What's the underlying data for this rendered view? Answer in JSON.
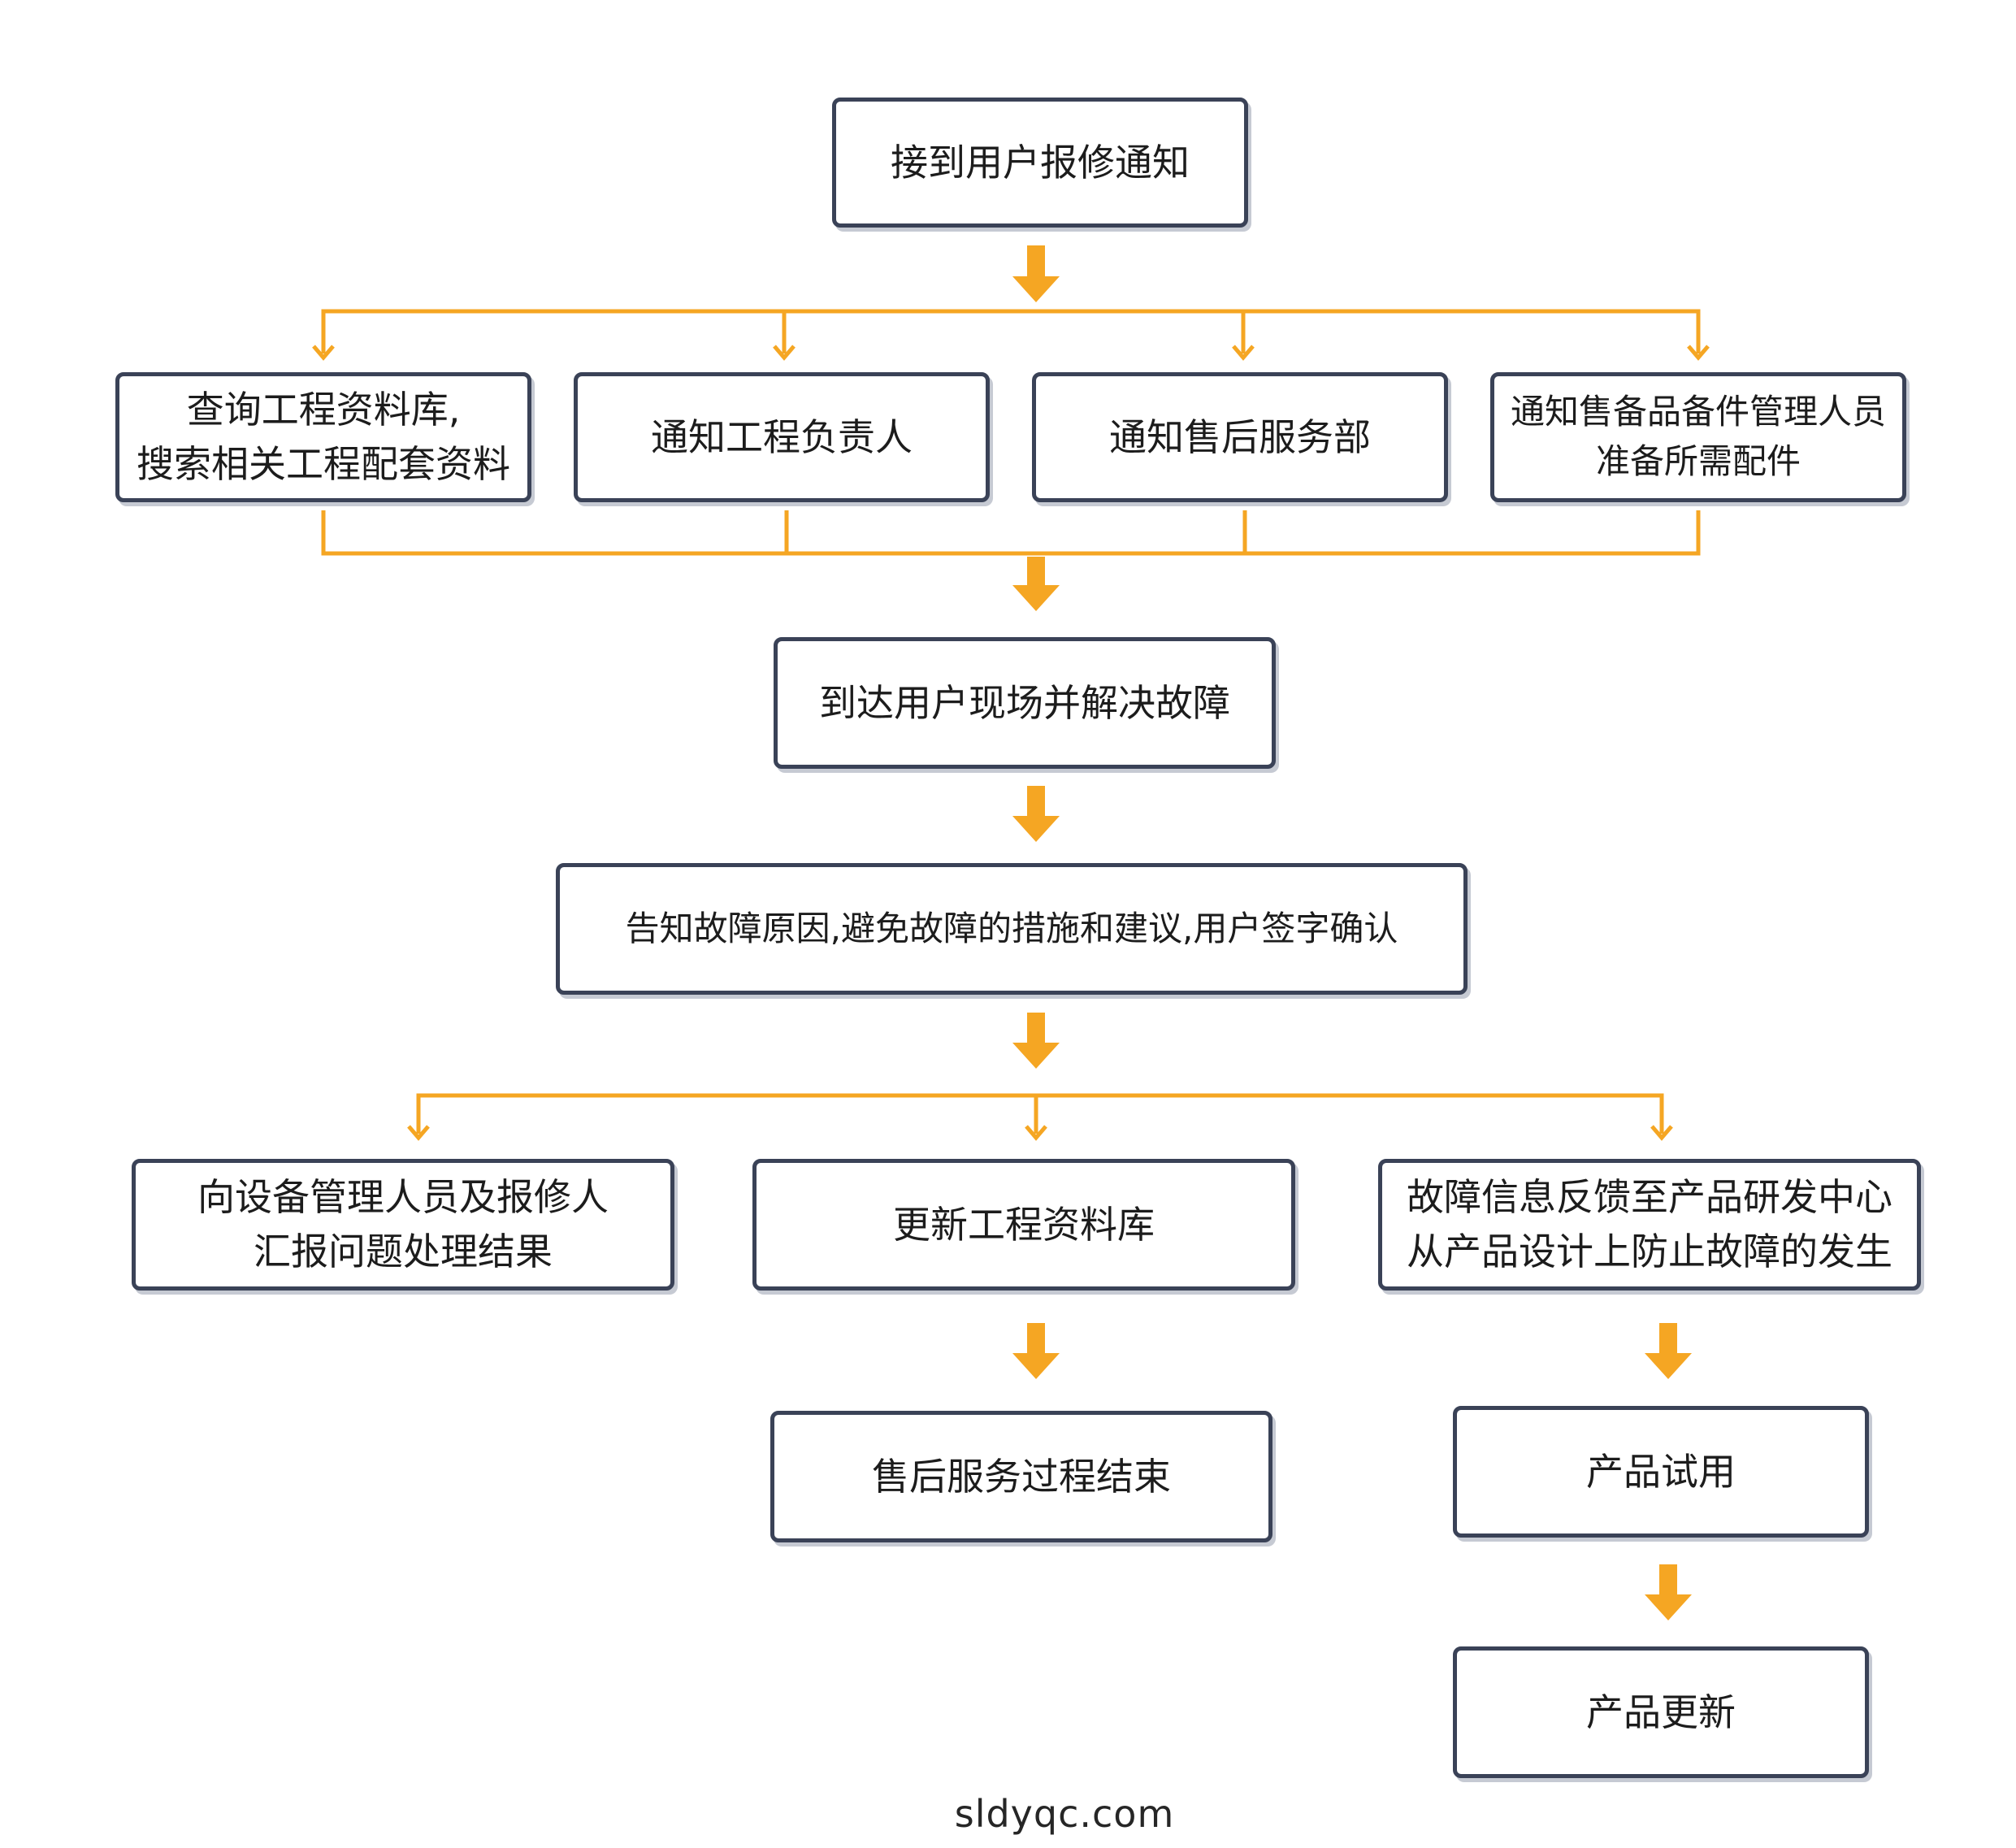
{
  "colors": {
    "connector": "#f5a623",
    "box_border": "#3a4257",
    "text": "#1c1c1c"
  },
  "nodes": {
    "receive_notice": {
      "line1": "接到用户报修通知"
    },
    "query_database": {
      "line1": "查询工程资料库,",
      "line2": "搜索相关工程配套资料"
    },
    "notify_engineer": {
      "line1": "通知工程负责人"
    },
    "notify_service": {
      "line1": "通知售后服务部"
    },
    "notify_spare_parts": {
      "line1": "通知售备品备件管理人员",
      "line2": "准备所需配件"
    },
    "arrive_fix": {
      "line1": "到达用户现场并解决故障"
    },
    "inform_user": {
      "line1": "告知故障原因,避免故障的措施和建议,用户签字确认"
    },
    "report_result": {
      "line1": "向设备管理人员及报修人",
      "line2": "汇报问题处理结果"
    },
    "update_database": {
      "line1": "更新工程资料库"
    },
    "feedback_rd": {
      "line1": "故障信息反馈至产品研发中心",
      "line2": "从产品设计上防止故障的发生"
    },
    "service_end": {
      "line1": "售后服务过程结束"
    },
    "product_trial": {
      "line1": "产品试用"
    },
    "product_update": {
      "line1": "产品更新"
    }
  },
  "watermark": "sldyqc.com"
}
